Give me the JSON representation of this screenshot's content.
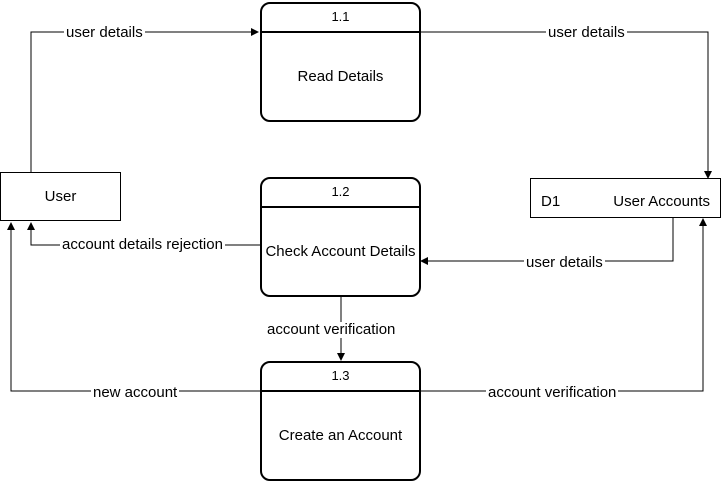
{
  "entity": {
    "label": "User"
  },
  "datastore": {
    "id": "D1",
    "name": "User Accounts"
  },
  "processes": [
    {
      "id": "1.1",
      "name": "Read Details"
    },
    {
      "id": "1.2",
      "name": "Check Account Details"
    },
    {
      "id": "1.3",
      "name": "Create an Account"
    }
  ],
  "flows": {
    "user_to_read": "user details",
    "read_to_store": "user details",
    "store_to_check": "user details",
    "check_to_user": "account details rejection",
    "check_to_create": "account verification",
    "create_to_user": "new account",
    "create_to_store": "account verification"
  }
}
